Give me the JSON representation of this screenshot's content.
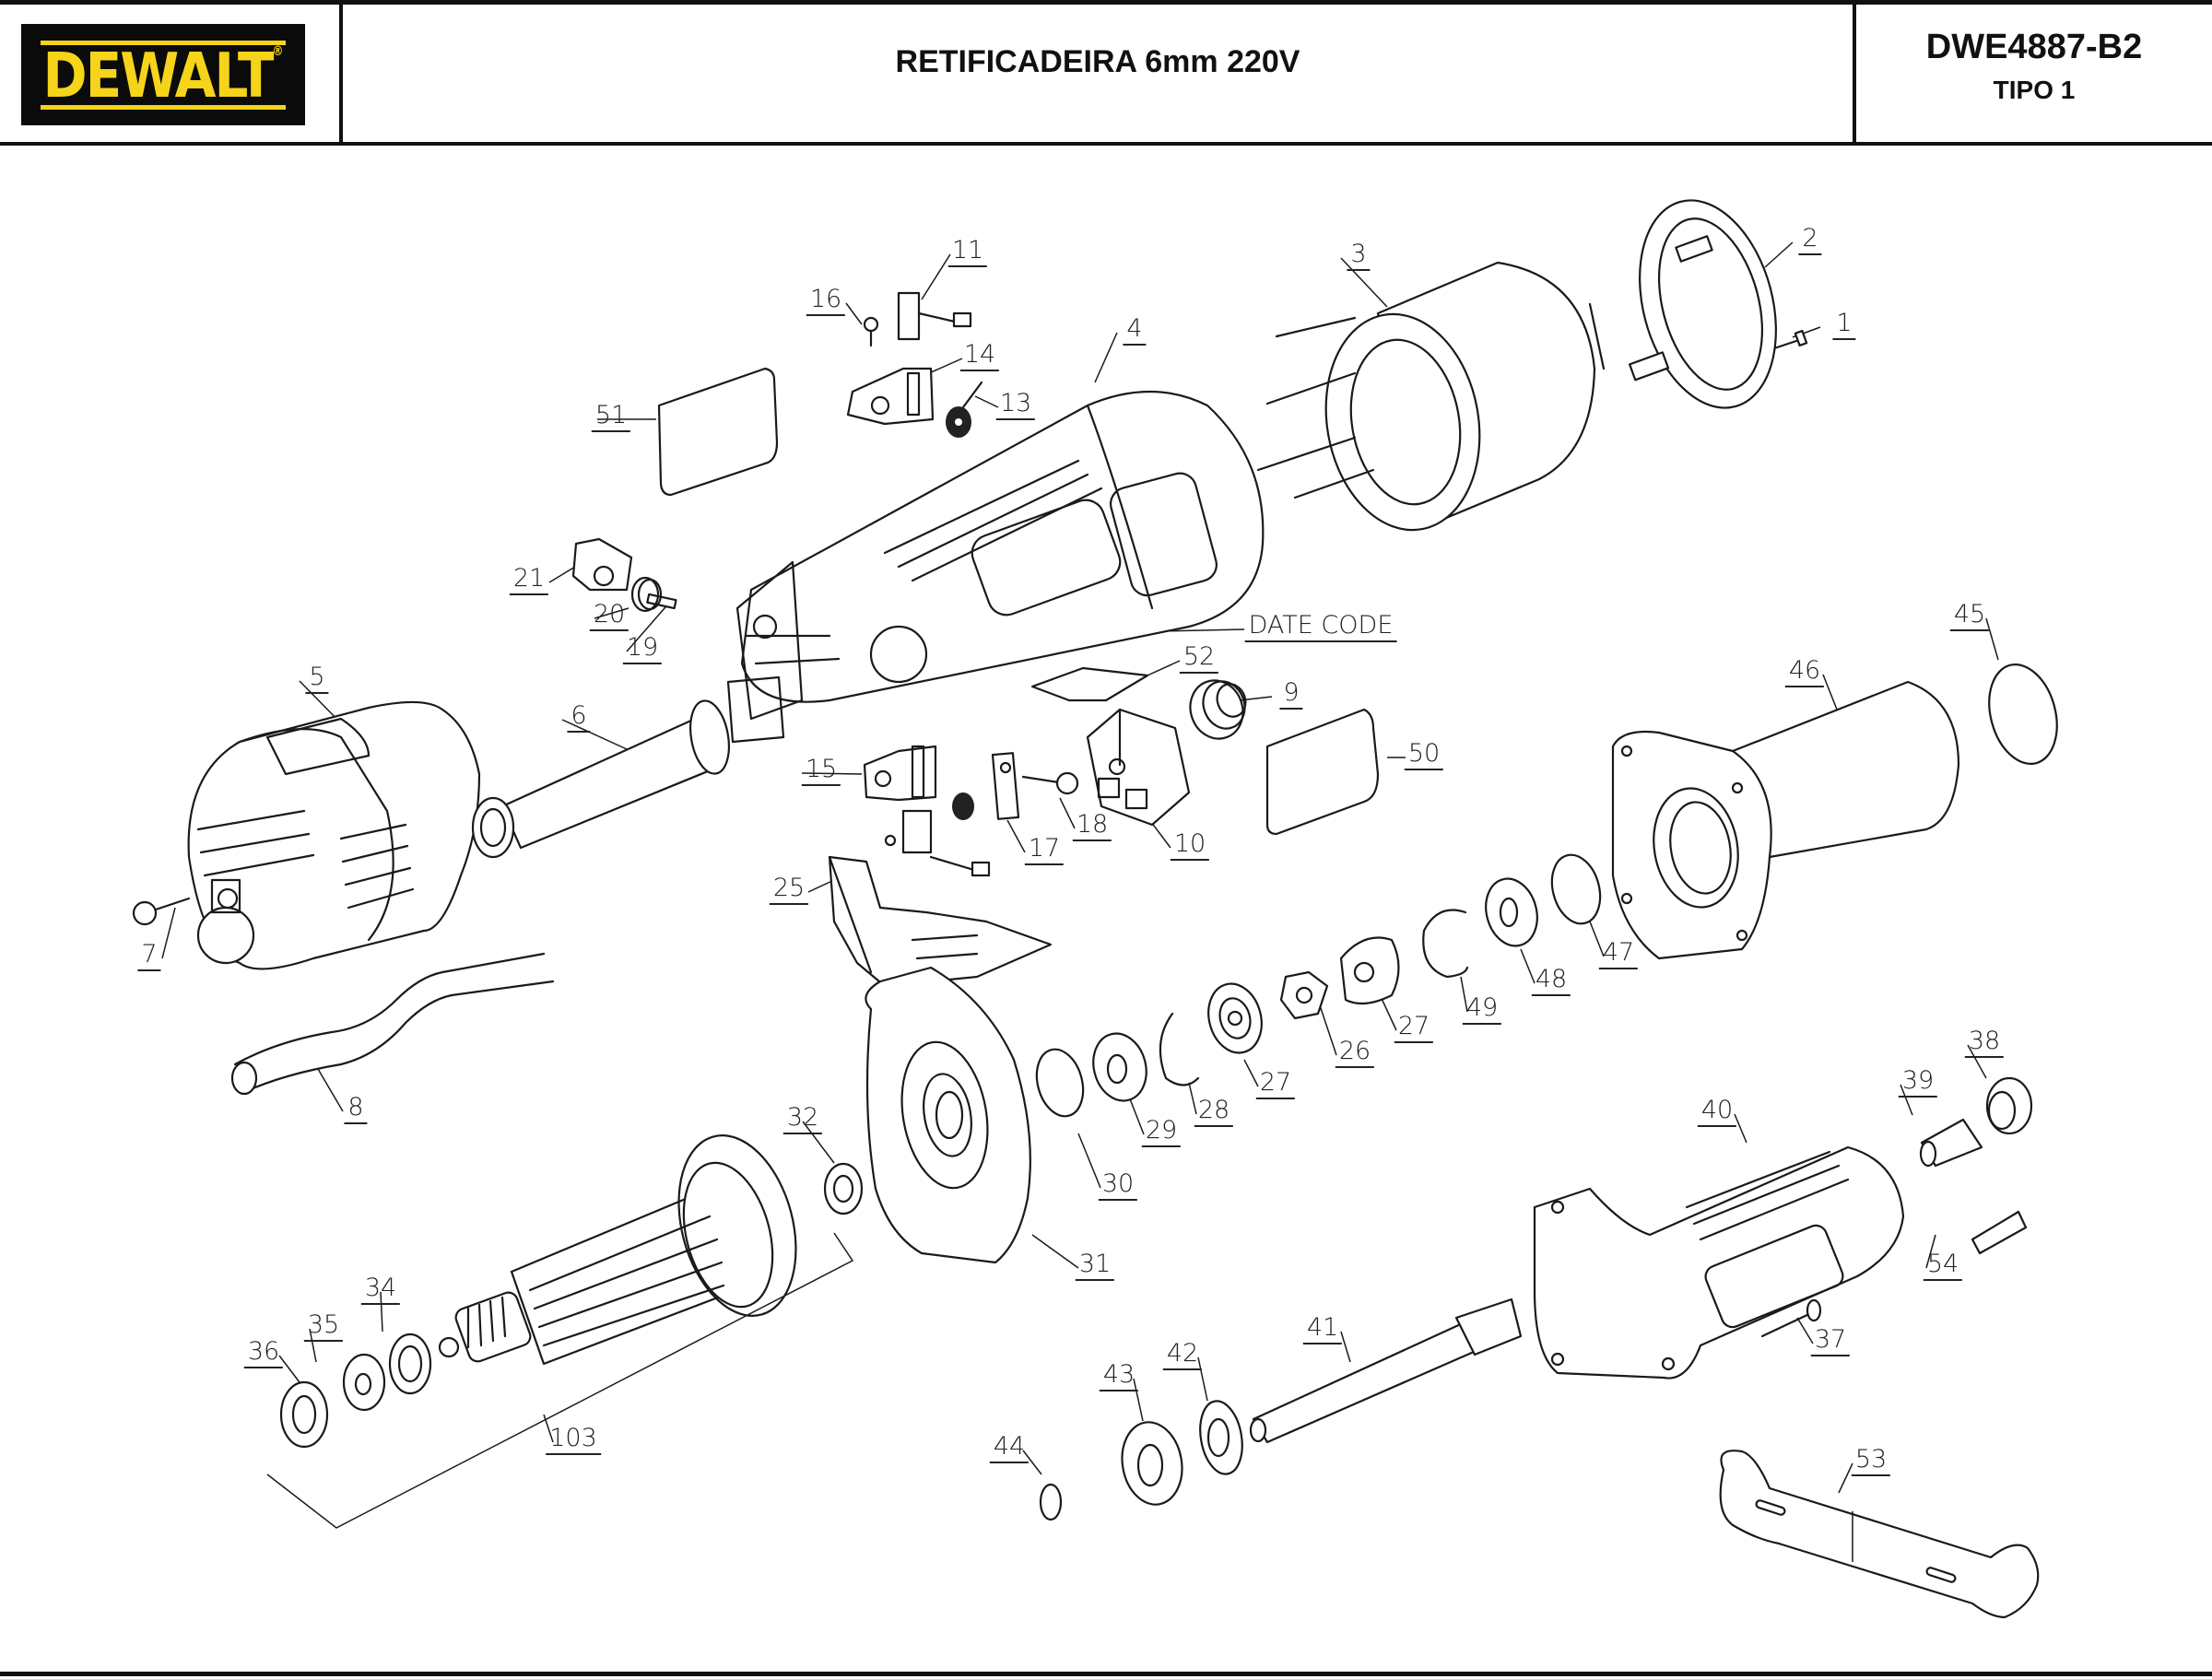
{
  "header": {
    "brand": "DEWALT",
    "brand_registered": "®",
    "brand_colors": {
      "background": "#0b0b0b",
      "text": "#f5d419"
    },
    "title": "RETIFICADEIRA 6mm 220V",
    "model": "DWE4887-B2",
    "type": "TIPO 1"
  },
  "diagram": {
    "date_code_label": "DATE CODE",
    "part_labels": [
      {
        "id": "p1",
        "text": "1"
      },
      {
        "id": "p2",
        "text": "2"
      },
      {
        "id": "p3",
        "text": "3"
      },
      {
        "id": "p4",
        "text": "4"
      },
      {
        "id": "p5",
        "text": "5"
      },
      {
        "id": "p6",
        "text": "6"
      },
      {
        "id": "p7",
        "text": "7"
      },
      {
        "id": "p8",
        "text": "8"
      },
      {
        "id": "p9",
        "text": "9"
      },
      {
        "id": "p10",
        "text": "10"
      },
      {
        "id": "p11",
        "text": "11"
      },
      {
        "id": "p13",
        "text": "13"
      },
      {
        "id": "p14",
        "text": "14"
      },
      {
        "id": "p15",
        "text": "15"
      },
      {
        "id": "p16",
        "text": "16"
      },
      {
        "id": "p17",
        "text": "17"
      },
      {
        "id": "p18",
        "text": "18"
      },
      {
        "id": "p19",
        "text": "19"
      },
      {
        "id": "p20",
        "text": "20"
      },
      {
        "id": "p21",
        "text": "21"
      },
      {
        "id": "p25",
        "text": "25"
      },
      {
        "id": "p26",
        "text": "26"
      },
      {
        "id": "p27a",
        "text": "27"
      },
      {
        "id": "p27b",
        "text": "27"
      },
      {
        "id": "p28",
        "text": "28"
      },
      {
        "id": "p29",
        "text": "29"
      },
      {
        "id": "p30",
        "text": "30"
      },
      {
        "id": "p31",
        "text": "31"
      },
      {
        "id": "p32",
        "text": "32"
      },
      {
        "id": "p34",
        "text": "34"
      },
      {
        "id": "p35",
        "text": "35"
      },
      {
        "id": "p36",
        "text": "36"
      },
      {
        "id": "p37",
        "text": "37"
      },
      {
        "id": "p38",
        "text": "38"
      },
      {
        "id": "p39",
        "text": "39"
      },
      {
        "id": "p40",
        "text": "40"
      },
      {
        "id": "p41",
        "text": "41"
      },
      {
        "id": "p42",
        "text": "42"
      },
      {
        "id": "p43",
        "text": "43"
      },
      {
        "id": "p44",
        "text": "44"
      },
      {
        "id": "p45",
        "text": "45"
      },
      {
        "id": "p46",
        "text": "46"
      },
      {
        "id": "p47",
        "text": "47"
      },
      {
        "id": "p48",
        "text": "48"
      },
      {
        "id": "p49",
        "text": "49"
      },
      {
        "id": "p50",
        "text": "50"
      },
      {
        "id": "p51",
        "text": "51"
      },
      {
        "id": "p52",
        "text": "52"
      },
      {
        "id": "p53",
        "text": "53"
      },
      {
        "id": "p54",
        "text": "54"
      },
      {
        "id": "p103",
        "text": "103"
      }
    ]
  }
}
